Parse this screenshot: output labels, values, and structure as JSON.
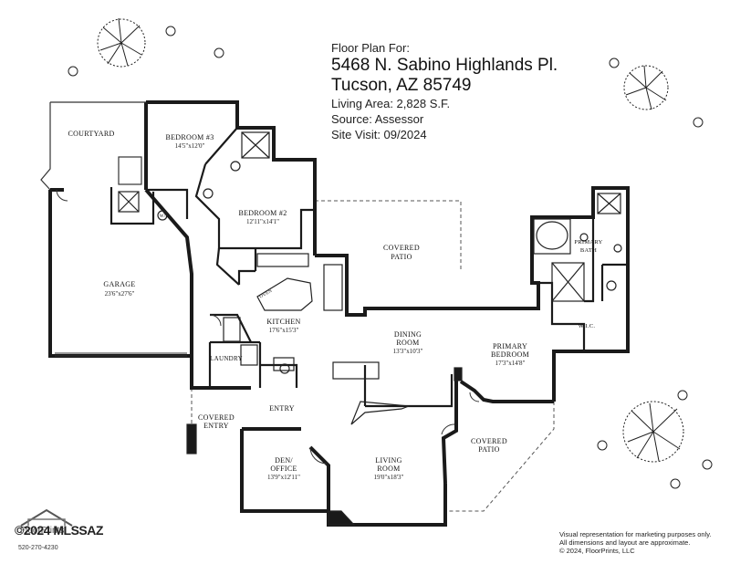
{
  "header": {
    "line1": "Floor Plan For:",
    "address1": "5468 N. Sabino Highlands Pl.",
    "address2": "Tucson, AZ  85749",
    "living_area": "Living Area:  2,828 S.F.",
    "source": "Source:  Assessor",
    "site_visit": "Site Visit:  09/2024"
  },
  "rooms": {
    "courtyard": {
      "name": "COURTYARD"
    },
    "bedroom3": {
      "name": "BEDROOM #3",
      "dim": "14'5\"x12'0\""
    },
    "bedroom2": {
      "name": "BEDROOM #2",
      "dim": "12'11\"x14'1\""
    },
    "covered_patio_top": {
      "name1": "COVERED",
      "name2": "PATIO"
    },
    "garage": {
      "name": "GARAGE",
      "dim": "23'6\"x27'6\""
    },
    "kitchen": {
      "name": "KITCHEN",
      "dim": "17'6\"x15'3\""
    },
    "oven": {
      "name": "OVEN"
    },
    "dining": {
      "name1": "DINING",
      "name2": "ROOM",
      "dim": "13'3\"x10'3\""
    },
    "primary_bedroom": {
      "name1": "PRIMARY",
      "name2": "BEDROOM",
      "dim": "17'3\"x14'8\""
    },
    "primary_bath": {
      "name1": "PRIMARY",
      "name2": "BATH"
    },
    "wic": {
      "name": "W.I.C."
    },
    "laundry": {
      "name": "LAUNDRY"
    },
    "wh": {
      "name": "W/H"
    },
    "entry": {
      "name": "ENTRY"
    },
    "covered_entry": {
      "name1": "COVERED",
      "name2": "ENTRY"
    },
    "den": {
      "name1": "DEN/",
      "name2": "OFFICE",
      "dim": "13'9\"x12'11\""
    },
    "living": {
      "name1": "LIVING",
      "name2": "ROOM",
      "dim": "19'0\"x18'3\""
    },
    "covered_patio_right": {
      "name1": "COVERED",
      "name2": "PATIO"
    }
  },
  "footer": {
    "disclaimer1": "Visual representation for marketing purposes only.",
    "disclaimer2": "All dimensions and layout are approximate.",
    "copyright": "© 2024, FloorPrints, LLC",
    "logo_text": "FloorPrints",
    "logo_overlay": "©2024 MLSSAZ",
    "phone": "520-270-4230"
  },
  "colors": {
    "wall": "#1a1a1a",
    "line": "#333333",
    "dashed": "#555555",
    "background": "#ffffff"
  }
}
